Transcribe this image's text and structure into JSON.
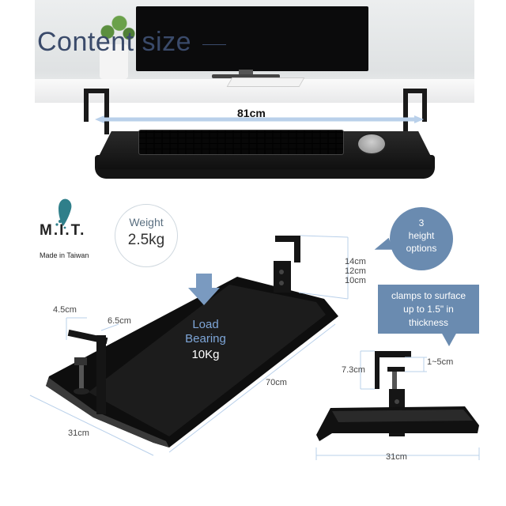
{
  "hero": {
    "title": "Content size",
    "width_label": "81cm"
  },
  "badges": {
    "mit_logo_text": "M.I.T.",
    "mit_subtitle": "Made in Taiwan",
    "weight_label": "Weight",
    "weight_value": "2.5kg",
    "height_bubble": [
      "3",
      "height",
      "options"
    ],
    "clamp_note": [
      "clamps to surface",
      "up to 1.5\" in",
      "thickness"
    ]
  },
  "main_diagram": {
    "clamp_depth": "4.5cm",
    "clamp_width": "6.5cm",
    "heights": [
      "14cm",
      "12cm",
      "10cm"
    ],
    "length": "70cm",
    "depth": "31cm",
    "load_label": [
      "Load",
      "Bearing",
      "10Kg"
    ]
  },
  "side_diagram": {
    "clamp_height": "7.3cm",
    "clamp_range": "1~5cm",
    "depth": "31cm"
  },
  "colors": {
    "accent_blue": "#6a8bb0",
    "dimension_line": "#b9d0ea",
    "title_color": "#3a4a6a",
    "tray_black": "#111111"
  }
}
